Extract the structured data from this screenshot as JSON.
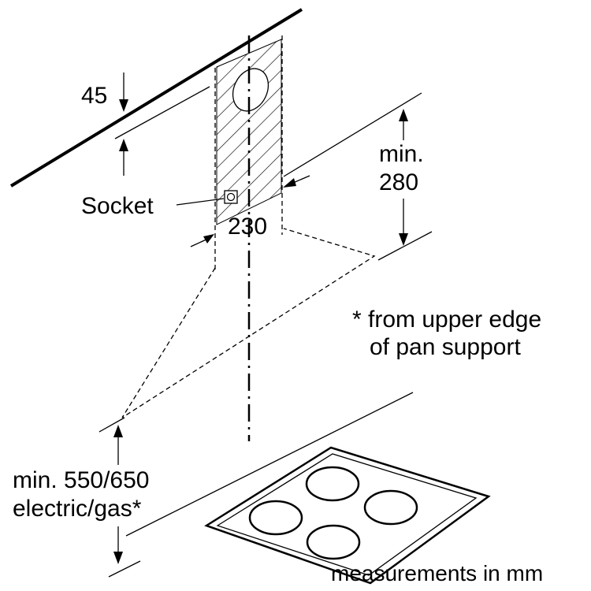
{
  "labels": {
    "ceiling_gap": "45",
    "socket": "Socket",
    "width": "230",
    "min_height_line1": "min.",
    "min_height_line2": "280",
    "footnote_line1": "* from upper edge",
    "footnote_line2": "of pan support",
    "hob_clearance_line1": "min. 550/650",
    "hob_clearance_line2": "electric/gas*",
    "units_note": "measurements in mm"
  },
  "colors": {
    "ink": "#000000",
    "background": "#ffffff"
  }
}
